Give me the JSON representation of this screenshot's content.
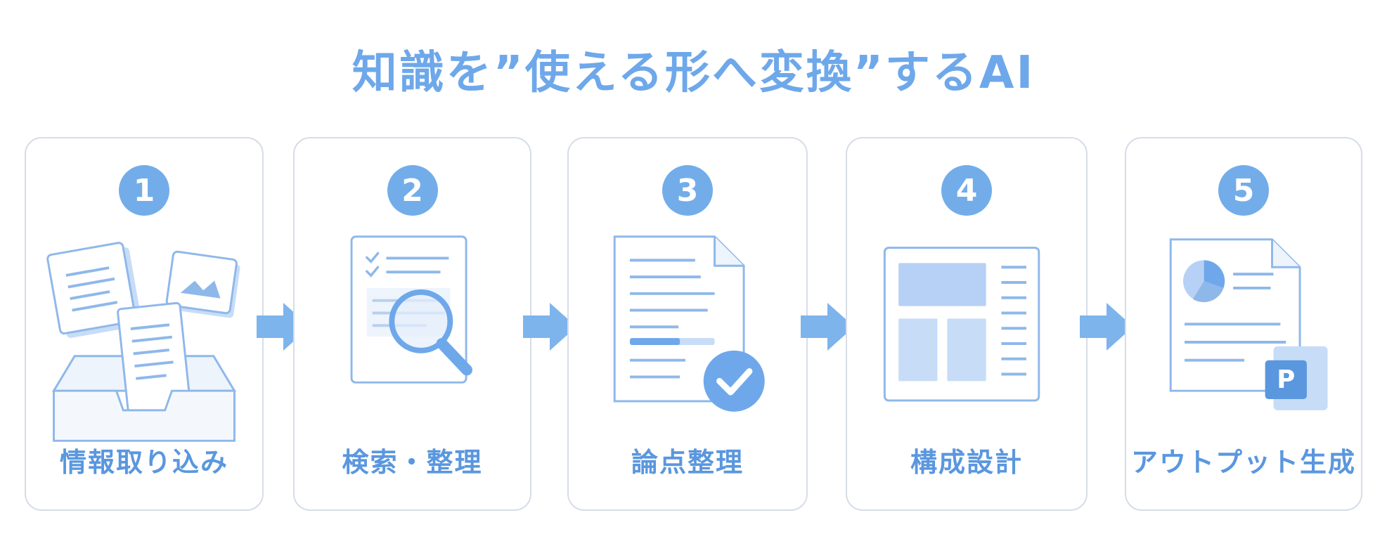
{
  "title": "知識を”使える形へ変換”するAI",
  "steps": [
    {
      "number": "1",
      "label": "情報取り込み"
    },
    {
      "number": "2",
      "label": "検索・整理"
    },
    {
      "number": "3",
      "label": "論点整理"
    },
    {
      "number": "4",
      "label": "構成設計"
    },
    {
      "number": "5",
      "label": "アウトプット生成",
      "app_badge": "P"
    }
  ],
  "colors": {
    "accent": "#72adea",
    "text": "#5a97de",
    "border": "#d7dde8",
    "fill_light": "#c7dcf7",
    "fill_pale": "#eef4fc",
    "line": "#8fb8ea"
  }
}
